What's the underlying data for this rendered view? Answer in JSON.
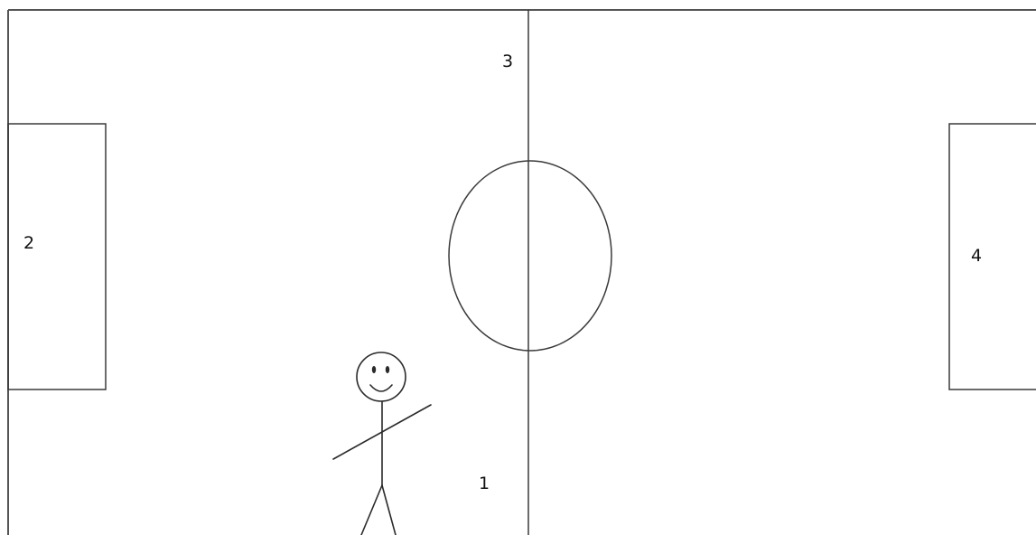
{
  "labels": {
    "center_bottom": "1",
    "left_box": "2",
    "center_top": "3",
    "right_box": "4"
  },
  "colors": {
    "background": "#ffffff",
    "lines": "#3a3a3a"
  },
  "icons": {
    "figure": "stick-figure-icon"
  }
}
